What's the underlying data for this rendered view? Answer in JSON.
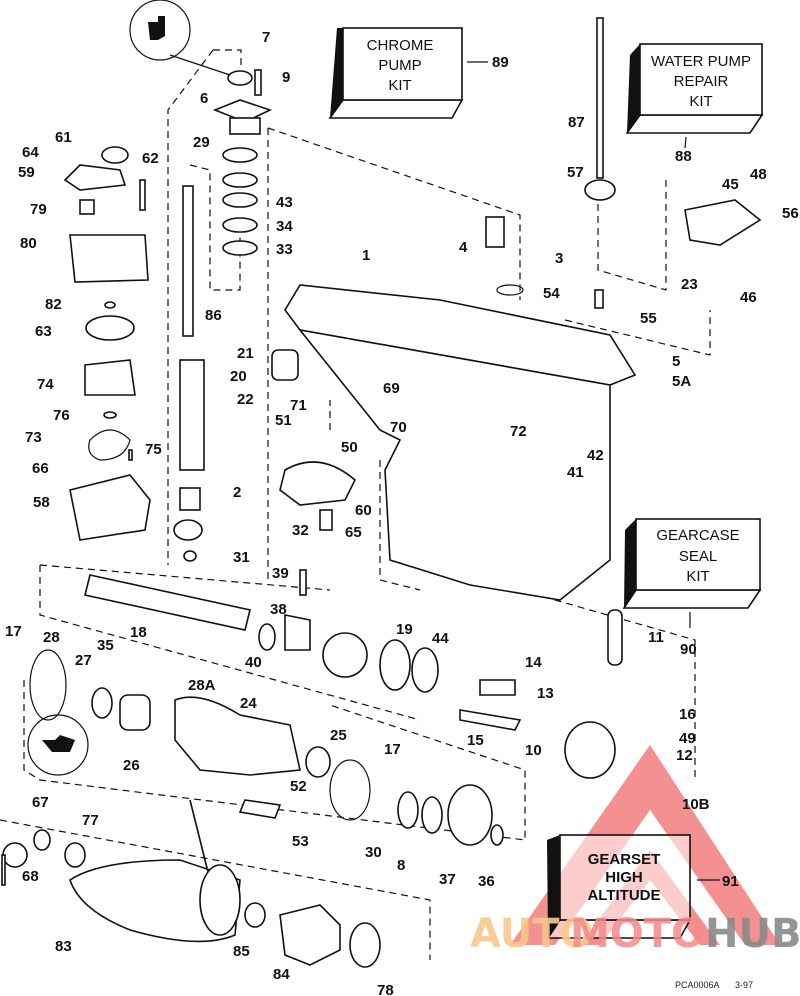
{
  "diagram": {
    "title": "Gearcase exploded parts diagram",
    "kits": [
      {
        "id": "chrome-pump-kit",
        "lines": [
          "CHROME",
          "PUMP",
          "KIT"
        ],
        "ref": "89"
      },
      {
        "id": "water-pump-repair-kit",
        "lines": [
          "WATER PUMP",
          "REPAIR",
          "KIT"
        ],
        "ref": "88"
      },
      {
        "id": "gearcase-seal-kit",
        "lines": [
          "GEARCASE",
          "SEAL",
          "KIT"
        ],
        "ref": "90"
      },
      {
        "id": "gearset-high-altitude",
        "lines": [
          "GEARSET",
          "HIGH",
          "ALTITUDE"
        ],
        "ref": "91"
      }
    ],
    "callouts": [
      "7",
      "9",
      "6",
      "29",
      "43",
      "34",
      "33",
      "86",
      "61",
      "64",
      "59",
      "62",
      "79",
      "80",
      "82",
      "63",
      "74",
      "76",
      "73",
      "75",
      "66",
      "58",
      "21",
      "20",
      "22",
      "2",
      "32",
      "31",
      "51",
      "71",
      "50",
      "69",
      "70",
      "60",
      "65",
      "1",
      "4",
      "3",
      "87",
      "57",
      "54",
      "55",
      "45",
      "48",
      "56",
      "23",
      "46",
      "5",
      "5A",
      "72",
      "42",
      "41",
      "39",
      "38",
      "18",
      "40",
      "19",
      "44",
      "14",
      "13",
      "15",
      "10",
      "16",
      "49",
      "12",
      "10B",
      "11",
      "17",
      "28",
      "35",
      "27",
      "28A",
      "24",
      "26",
      "25",
      "52",
      "53",
      "30",
      "8",
      "37",
      "36",
      "67",
      "77",
      "68",
      "83",
      "85",
      "84",
      "78"
    ],
    "footer": {
      "code": "PCA0006A",
      "date": "3-97"
    }
  },
  "watermark": {
    "parts": [
      {
        "text": "AUTO",
        "color": "#f9c98a"
      },
      {
        "text": "MOTO",
        "color": "#f48a8a"
      },
      {
        "text": "HUB",
        "color": "#8a8a8a"
      }
    ],
    "triangle_color": "#f26b6b"
  }
}
